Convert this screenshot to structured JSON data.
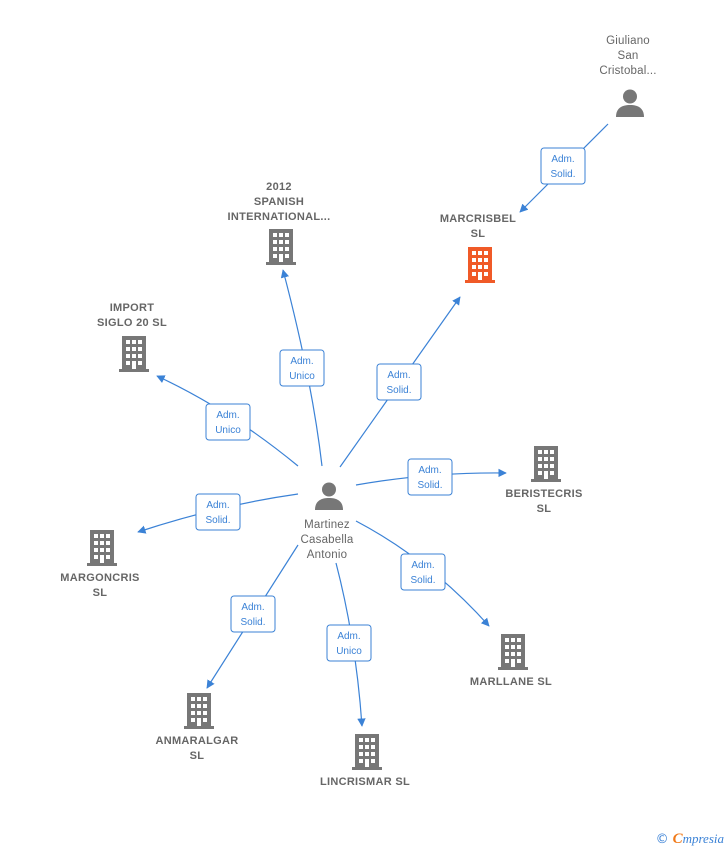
{
  "colors": {
    "edge": "#3b82d6",
    "node_default": "#777777",
    "node_highlight": "#f05a28",
    "label": "#666666"
  },
  "nodes": [
    {
      "id": "center",
      "kind": "person",
      "icon": "person-icon",
      "lines": [
        "Martinez",
        "Casabella",
        "Antonio"
      ],
      "highlight": false
    },
    {
      "id": "giuliano",
      "kind": "person",
      "icon": "person-icon",
      "lines": [
        "Giuliano",
        "San",
        "Cristobal..."
      ],
      "highlight": false
    },
    {
      "id": "marcrisbel",
      "kind": "company",
      "icon": "building-icon",
      "lines": [
        "MARCRISBEL",
        "SL"
      ],
      "highlight": true
    },
    {
      "id": "spanish",
      "kind": "company",
      "icon": "building-icon",
      "lines": [
        "2012",
        "SPANISH",
        "INTERNATIONAL..."
      ],
      "highlight": false
    },
    {
      "id": "import",
      "kind": "company",
      "icon": "building-icon",
      "lines": [
        "IMPORT",
        "SIGLO 20 SL"
      ],
      "highlight": false
    },
    {
      "id": "beristecris",
      "kind": "company",
      "icon": "building-icon",
      "lines": [
        "BERISTECRIS",
        "SL"
      ],
      "highlight": false
    },
    {
      "id": "margoncris",
      "kind": "company",
      "icon": "building-icon",
      "lines": [
        "MARGONCRIS",
        "SL"
      ],
      "highlight": false
    },
    {
      "id": "marllane",
      "kind": "company",
      "icon": "building-icon",
      "lines": [
        "MARLLANE SL"
      ],
      "highlight": false
    },
    {
      "id": "anmaralgar",
      "kind": "company",
      "icon": "building-icon",
      "lines": [
        "ANMARALGAR",
        "SL"
      ],
      "highlight": false
    },
    {
      "id": "lincrismar",
      "kind": "company",
      "icon": "building-icon",
      "lines": [
        "LINCRISMAR SL"
      ],
      "highlight": false
    }
  ],
  "edges": [
    {
      "from": "giuliano",
      "to": "marcrisbel",
      "label": [
        "Adm.",
        "Solid."
      ]
    },
    {
      "from": "center",
      "to": "marcrisbel",
      "label": [
        "Adm.",
        "Solid."
      ]
    },
    {
      "from": "center",
      "to": "spanish",
      "label": [
        "Adm.",
        "Unico"
      ]
    },
    {
      "from": "center",
      "to": "import",
      "label": [
        "Adm.",
        "Unico"
      ]
    },
    {
      "from": "center",
      "to": "beristecris",
      "label": [
        "Adm.",
        "Solid."
      ]
    },
    {
      "from": "center",
      "to": "margoncris",
      "label": [
        "Adm.",
        "Solid."
      ]
    },
    {
      "from": "center",
      "to": "marllane",
      "label": [
        "Adm.",
        "Solid."
      ]
    },
    {
      "from": "center",
      "to": "anmaralgar",
      "label": [
        "Adm.",
        "Solid."
      ]
    },
    {
      "from": "center",
      "to": "lincrismar",
      "label": [
        "Adm.",
        "Unico"
      ]
    }
  ],
  "footer": {
    "copyright_symbol": "©",
    "brand_initial": "C",
    "brand_rest": "mpresia"
  }
}
